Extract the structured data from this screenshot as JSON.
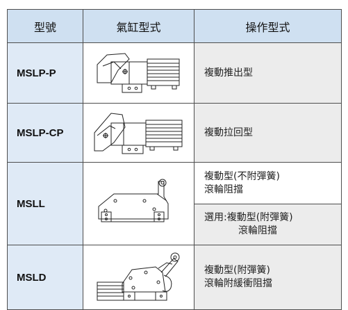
{
  "headers": {
    "model": "型號",
    "cylinder": "氣缸型式",
    "operation": "操作型式"
  },
  "rows": [
    {
      "model": "MSLP-P",
      "drawing_icon": "push-type-stopper-drawing",
      "mode": "複動推出型"
    },
    {
      "model": "MSLP-CP",
      "drawing_icon": "pull-back-stopper-drawing",
      "mode": "複動拉回型"
    },
    {
      "model": "MSLL",
      "drawing_icon": "roller-stopper-drawing",
      "mode_1": {
        "line1": "複動型(不附彈簧)",
        "line2": "滾輪阻擋"
      },
      "mode_2": {
        "line1": "選用:複動型(附彈簧)",
        "line2": "滾輪阻擋"
      }
    },
    {
      "model": "MSLD",
      "drawing_icon": "damper-roller-stopper-drawing",
      "mode": {
        "line1": "複動型(附彈簧)",
        "line2": "滾輪附緩衝阻擋"
      }
    }
  ]
}
